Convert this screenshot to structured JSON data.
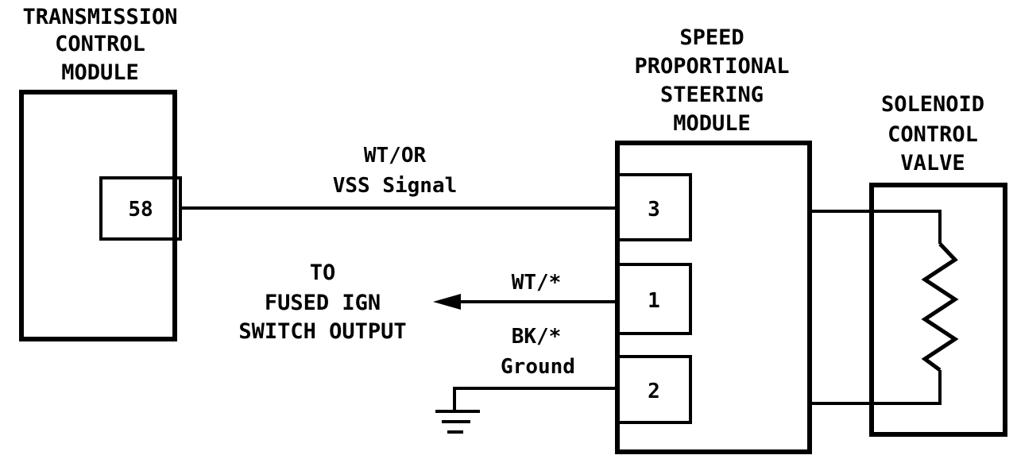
{
  "tcm": {
    "title": [
      "TRANSMISSION",
      "CONTROL",
      "MODULE"
    ],
    "pin": "58"
  },
  "spsm": {
    "title": [
      "SPEED",
      "PROPORTIONAL",
      "STEERING",
      "MODULE"
    ],
    "pins": [
      "3",
      "1",
      "2"
    ]
  },
  "valve": {
    "title": [
      "SOLENOID",
      "CONTROL",
      "VALVE"
    ]
  },
  "wires": {
    "vss_color": "WT/OR",
    "vss_name": "VSS Signal",
    "ign_color": "WT/*",
    "ign_target": [
      "TO",
      "FUSED IGN",
      "SWITCH OUTPUT"
    ],
    "gnd_color": "BK/*",
    "gnd_name": "Ground"
  }
}
